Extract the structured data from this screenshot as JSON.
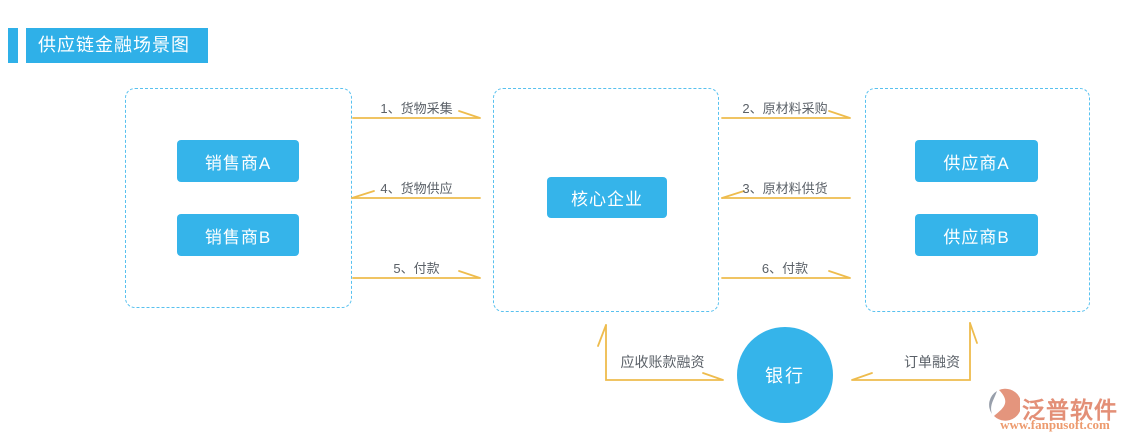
{
  "title": "供应链金融场景图",
  "groups": {
    "sellers": {
      "node_a": "销售商A",
      "node_b": "销售商B"
    },
    "core": {
      "node": "核心企业"
    },
    "suppliers": {
      "node_a": "供应商A",
      "node_b": "供应商B"
    }
  },
  "bank": {
    "label": "银行"
  },
  "flows": [
    {
      "label": "1、货物采集",
      "from": "销售商",
      "to": "核心企业",
      "direction": "right"
    },
    {
      "label": "2、原材料采购",
      "from": "核心企业",
      "to": "供应商",
      "direction": "right"
    },
    {
      "label": "3、原材料供货",
      "from": "供应商",
      "to": "核心企业",
      "direction": "left"
    },
    {
      "label": "4、货物供应",
      "from": "核心企业",
      "to": "销售商",
      "direction": "left"
    },
    {
      "label": "5、付款",
      "from": "销售商",
      "to": "核心企业",
      "direction": "right"
    },
    {
      "label": "6、付款",
      "from": "核心企业",
      "to": "供应商",
      "direction": "right"
    }
  ],
  "financing": [
    {
      "label": "应收账款融资",
      "between": [
        "银行",
        "核心企业"
      ],
      "direction": "both"
    },
    {
      "label": "订单融资",
      "between": [
        "银行",
        "供应商"
      ],
      "direction": "both"
    }
  ],
  "logo": {
    "name": "泛普软件",
    "url": "www.fanpusoft.com"
  },
  "colors": {
    "node_blue": "#35b4ea",
    "title_blue": "#2fb0e8",
    "dashed_border": "#58c1ef",
    "arrow_yellow": "#eebc4d",
    "label_text": "#5b6168",
    "logo_orange": "#e28a70",
    "logo_gray": "#8d95a2"
  }
}
